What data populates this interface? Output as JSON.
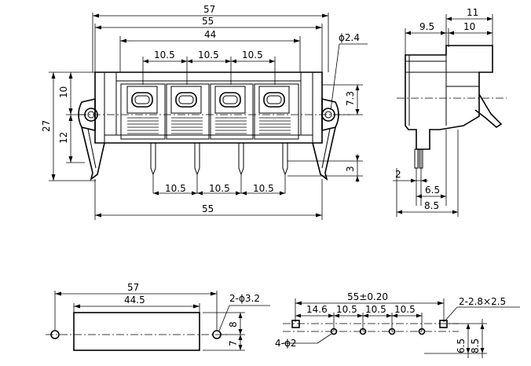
{
  "front_view": {
    "dim_overall": "57",
    "dim_body": "55",
    "dim_inner": "44",
    "dim_pitch_top": [
      "10.5",
      "10.5",
      "10.5"
    ],
    "dim_pitch_bottom": [
      "10.5",
      "10.5",
      "10.5"
    ],
    "dim_base": "55",
    "dim_height_total": "27",
    "dim_height_upper": "10",
    "dim_height_lower": "12",
    "dim_right_top": "7.3",
    "dim_right_bottom": "3",
    "hole_label": "ϕ2.4"
  },
  "side_view": {
    "dim_top_outer": "11",
    "dim_top_left": "9.5",
    "dim_top_right": "10",
    "dim_pin": "2",
    "dim_bottom_1": "6.5",
    "dim_bottom_2": "8.5"
  },
  "panel_cutout": {
    "dim_outer": "57",
    "dim_inner": "44.5",
    "hole_label": "2-ϕ3.2",
    "dim_v_top": "8",
    "dim_v_bottom": "7"
  },
  "pcb_layout": {
    "dim_total": "55±0.20",
    "dim_first": "14.6",
    "dim_pitch": [
      "10.5",
      "10.5",
      "10.5"
    ],
    "slot_label": "2-2.8×2.5",
    "hole_label": "4-ϕ2",
    "dim_v_1": "6.5",
    "dim_v_2": "8.5"
  }
}
